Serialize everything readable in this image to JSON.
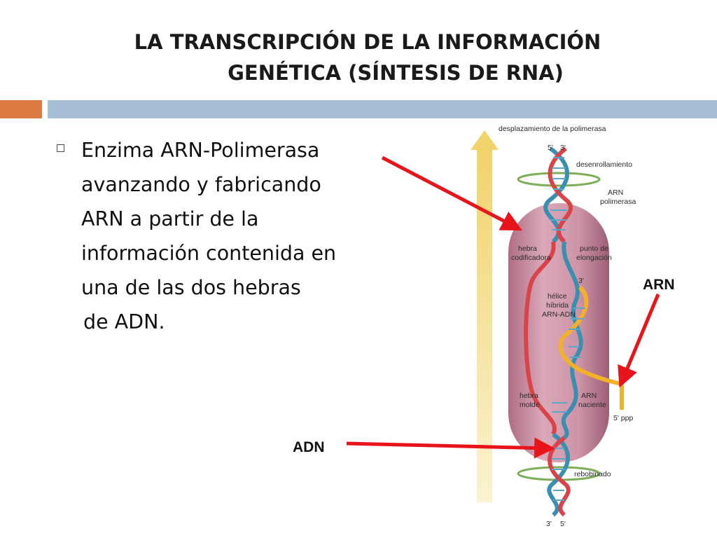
{
  "slide": {
    "title_line1": "LA TRANSCRIPCIÓN DE LA INFORMACIÓN",
    "title_line2": "GENÉTICA (SÍNTESIS DE RNA)",
    "bullet_lines": [
      "Enzima ARN-Polimerasa",
      "avanzando y fabricando",
      "ARN a partir de la",
      "información contenida en",
      "una de las dos hebras",
      "de ADN."
    ]
  },
  "labels": {
    "arn": "ARN",
    "adn": "ADN"
  },
  "diagram": {
    "displacement": "desplazamiento de la polimerasa",
    "top_5": "5'",
    "top_3": "3'",
    "unwinding": "desenrollamiento",
    "polymerase_l1": "ARN",
    "polymerase_l2": "polimerasa",
    "coding_l1": "hebra",
    "coding_l2": "codificadora",
    "elong_l1": "punto de",
    "elong_l2": "elongación",
    "elong_3": "3'",
    "hybrid_l1": "hélice",
    "hybrid_l2": "híbrida",
    "hybrid_l3": "ARN-ADN",
    "template_l1": "hebra",
    "template_l2": "molde",
    "nascent_l1": "ARN",
    "nascent_l2": "naciente",
    "ppp": "5' ppp",
    "rewinding": "rebobinado",
    "bottom_3": "3'",
    "bottom_5": "5'"
  },
  "colors": {
    "title": "#1a1a1a",
    "accent_orange": "#dc7a44",
    "accent_blue": "#a6bfd7",
    "arrow_red": "#e8141c",
    "polymerase_body": "#c98a9f",
    "strand_blue": "#3a8fb0",
    "strand_red": "#d9434a",
    "rna_yellow": "#f2b12a",
    "arrow_tan": "#f3e3a0"
  }
}
